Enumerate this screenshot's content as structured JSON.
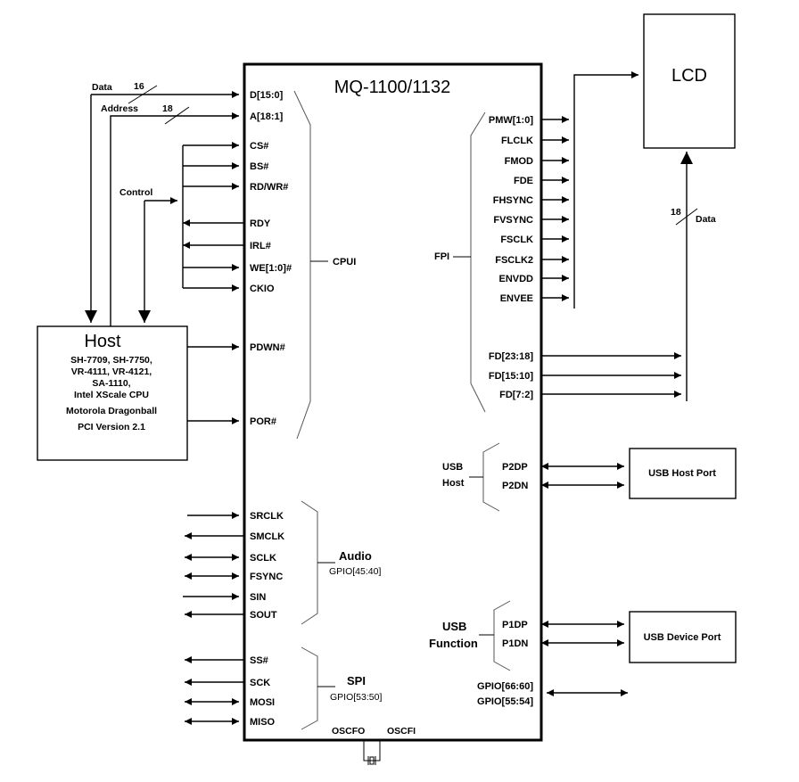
{
  "chip": {
    "title": "MQ-1100/1132"
  },
  "host": {
    "title": "Host",
    "lines": [
      "SH-7709, SH-7750,",
      "VR-4111, VR-4121,",
      "SA-1110,",
      "Intel XScale CPU",
      "Motorola Dragonball",
      "PCI Version 2.1"
    ]
  },
  "lcd": {
    "title": "LCD"
  },
  "bus_labels": {
    "data": "Data",
    "data_width": "16",
    "address": "Address",
    "address_width": "18",
    "control": "Control",
    "lcd_data": "Data",
    "lcd_data_width": "18"
  },
  "cpu_pins": [
    "D[15:0]",
    "A[18:1]",
    "CS#",
    "BS#",
    "RD/WR#",
    "RDY",
    "IRL#",
    "WE[1:0]#",
    "CKIO",
    "PDWN#",
    "POR#"
  ],
  "cpu_group": "CPUI",
  "audio_pins": [
    "SRCLK",
    "SMCLK",
    "SCLK",
    "FSYNC",
    "SIN",
    "SOUT"
  ],
  "audio_group": {
    "name": "Audio",
    "gpio": "GPIO[45:40]"
  },
  "spi_pins": [
    "SS#",
    "SCK",
    "MOSI",
    "MISO"
  ],
  "spi_group": {
    "name": "SPI",
    "gpio": "GPIO[53:50]"
  },
  "osc_pins": [
    "OSCFO",
    "OSCFI"
  ],
  "fpi_pins": [
    "PMW[1:0]",
    "FLCLK",
    "FMOD",
    "FDE",
    "FHSYNC",
    "FVSYNC",
    "FSCLK",
    "FSCLK2",
    "ENVDD",
    "ENVEE"
  ],
  "fpi_group": "FPI",
  "fd_pins": [
    "FD[23:18]",
    "FD[15:10]",
    "FD[7:2]"
  ],
  "usb_host": {
    "group_line1": "USB",
    "group_line2": "Host",
    "pins": [
      "P2DP",
      "P2DN"
    ],
    "port": "USB Host Port"
  },
  "usb_function": {
    "group_line1": "USB",
    "group_line2": "Function",
    "pins": [
      "P1DP",
      "P1DN"
    ],
    "port": "USB Device Port"
  },
  "gpio_pins": [
    "GPIO[66:60]",
    "GPIO[55:54]"
  ]
}
